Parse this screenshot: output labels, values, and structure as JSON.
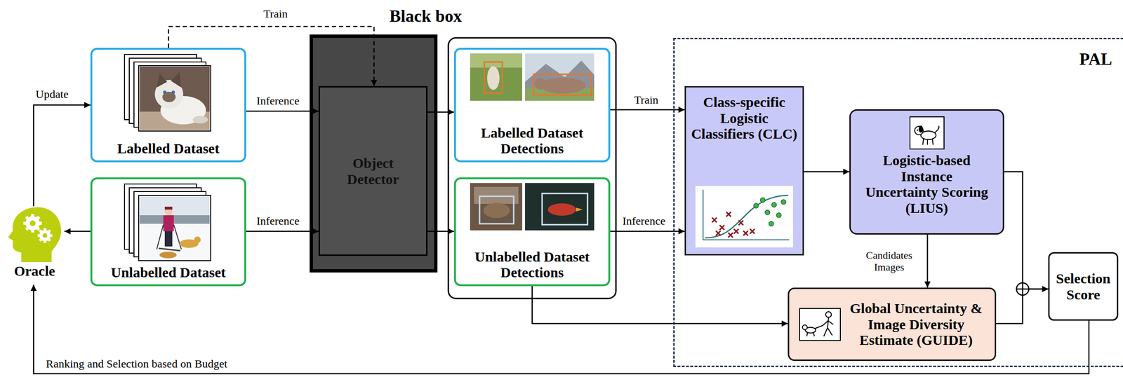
{
  "diagram": {
    "nodes": [
      {
        "text": [
          "Oracle"
        ]
      },
      {
        "text": [
          "Labelled Dataset"
        ]
      },
      {
        "text": [
          "Unlabelled Dataset"
        ]
      },
      {
        "text": [
          "Black box"
        ]
      },
      {
        "text": [
          "Object Detector"
        ],
        "in": 3
      },
      {
        "text": [
          "Labelled Dataset Detections"
        ]
      },
      {
        "text": [
          "Unlabelled Dataset Detections"
        ]
      },
      {
        "text": [
          "PAL"
        ]
      },
      {
        "text": [
          "Class-specific Logistic Classifiers (CLC)"
        ],
        "in": 7
      },
      {
        "text": [
          "Logistic-based Instance Uncertainty Scoring (LIUS)"
        ],
        "in": 7
      },
      {
        "text": [
          "Global Uncertainty & Image Diversity Estimate (GUIDE)"
        ],
        "in": 7
      },
      {
        "text": [
          "Selection Score"
        ],
        "in": 7
      }
    ],
    "edges": [
      {
        "from": 1,
        "to": 4,
        "label": "Inference",
        "arrow": "to"
      },
      {
        "from": 2,
        "to": 4,
        "label": "Inference",
        "arrow": "to"
      },
      {
        "from": 1,
        "to": 4,
        "label": "Train",
        "arrow": "to"
      },
      {
        "from": 4,
        "to": 5,
        "arrow": "to"
      },
      {
        "from": 4,
        "to": 6,
        "arrow": "to"
      },
      {
        "from": 5,
        "to": 8,
        "label": "Train",
        "arrow": "to"
      },
      {
        "from": 6,
        "to": 8,
        "label": "Inference",
        "arrow": "to"
      },
      {
        "from": 6,
        "to": 10,
        "arrow": "to"
      },
      {
        "from": 8,
        "to": 9,
        "arrow": "to"
      },
      {
        "from": 9,
        "to": 10,
        "label": "Candidates Images",
        "arrow": "to"
      },
      {
        "from": 9,
        "to": 11,
        "arrow": "to"
      },
      {
        "from": 10,
        "to": 11,
        "arrow": "to"
      },
      {
        "from": 11,
        "to": 0,
        "label": "Ranking and Selection based on Budget",
        "arrow": "to"
      },
      {
        "from": 0,
        "to": 1,
        "label": "Update",
        "arrow": "to"
      },
      {
        "from": 2,
        "to": 0,
        "arrow": "to"
      }
    ]
  }
}
